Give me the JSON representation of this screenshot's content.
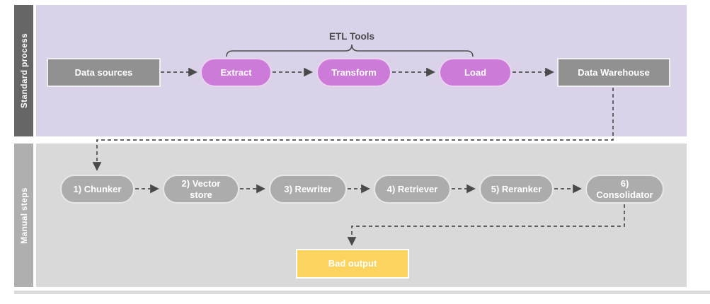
{
  "lanes": {
    "standard": {
      "label": "Standard process"
    },
    "manual": {
      "label": "Manual steps"
    }
  },
  "group_bracket": {
    "label": "ETL Tools"
  },
  "nodes": {
    "data_sources": {
      "label": "Data sources"
    },
    "extract": {
      "label": "Extract"
    },
    "transform": {
      "label": "Transform"
    },
    "load": {
      "label": "Load"
    },
    "data_warehouse": {
      "label": "Data Warehouse"
    },
    "chunker": {
      "label": "1) Chunker"
    },
    "vector_store": {
      "label": "2) Vector store"
    },
    "rewriter": {
      "label": "3) Rewriter"
    },
    "retriever": {
      "label": "4) Retriever"
    },
    "reranker": {
      "label": "5) Reranker"
    },
    "consolidator": {
      "label": "6) Consolidator"
    },
    "bad_output": {
      "label": "Bad output"
    }
  },
  "edges": [
    {
      "from": "Data sources",
      "to": "Extract",
      "style": "dashed-arrow"
    },
    {
      "from": "Extract",
      "to": "Transform",
      "style": "dashed-arrow"
    },
    {
      "from": "Transform",
      "to": "Load",
      "style": "dashed-arrow"
    },
    {
      "from": "Load",
      "to": "Data Warehouse",
      "style": "dashed-arrow"
    },
    {
      "from": "Data Warehouse",
      "to": "1) Chunker",
      "style": "dashed-arrow"
    },
    {
      "from": "1) Chunker",
      "to": "2) Vector store",
      "style": "dashed-arrow"
    },
    {
      "from": "2) Vector store",
      "to": "3) Rewriter",
      "style": "dashed-arrow"
    },
    {
      "from": "3) Rewriter",
      "to": "4) Retriever",
      "style": "dashed-arrow"
    },
    {
      "from": "4) Retriever",
      "to": "5) Reranker",
      "style": "dashed-arrow"
    },
    {
      "from": "5) Reranker",
      "to": "6) Consolidator",
      "style": "dashed-arrow"
    },
    {
      "from": "6) Consolidator",
      "to": "Bad output",
      "style": "dashed-arrow"
    }
  ],
  "colors": {
    "standard_lane_fill": "#D9D2E9",
    "standard_lane_bar": "#666666",
    "manual_lane_fill": "#D9D9D9",
    "manual_lane_bar": "#AFAFAF",
    "etl_node_fill": "#CC7BD9",
    "gray_box_fill": "#919191",
    "manual_node_fill": "#ACACAC",
    "bad_output_fill": "#FBD35E",
    "connector": "#4F4F4F",
    "node_text": "#FFFFFF"
  }
}
